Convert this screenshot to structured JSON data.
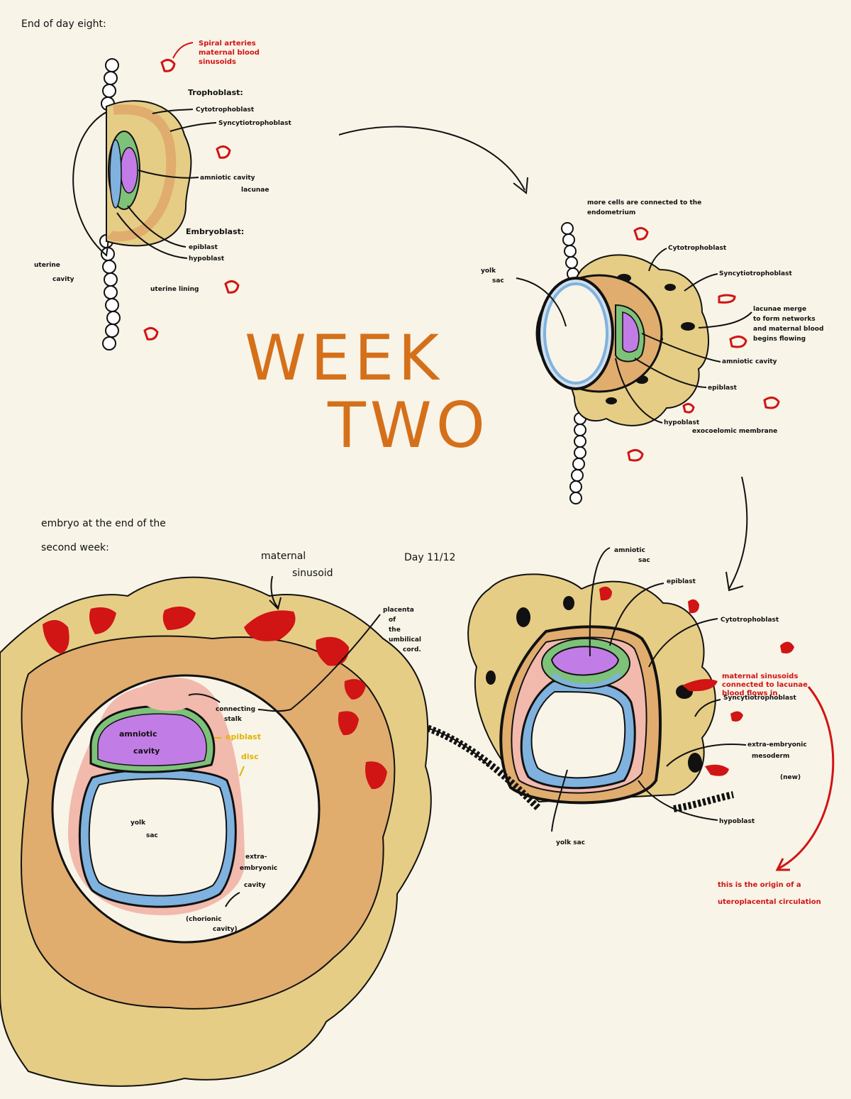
{
  "title": {
    "line1": "WEEK",
    "line2": "TWO"
  },
  "colors": {
    "background": "#f8f4e8",
    "title": "#d5701a",
    "endometrium": "#e6cd85",
    "syncytio": "#e0ad6e",
    "amniotic_cavity": "#c27ce6",
    "yolk_sac": "#7fb2de",
    "epiblast": "#7ec27a",
    "lacunae_blood": "#d11414",
    "extraembryonic_mesoderm": "#f2b9ad",
    "yellow_label": "#e0b400"
  },
  "diagram1": {
    "heading": "End of day eight:",
    "red_note": [
      "Spiral arteries",
      "maternal blood",
      "sinusoids"
    ],
    "trophoblast_label": "Trophoblast:",
    "cytotrophoblast": "Cytotrophoblast",
    "syncytiotrophoblast": "Syncytiotrophoblast",
    "uterine_epithelium": "uterine lining",
    "embryoblast_label": "Embryoblast:",
    "epiblast": "epiblast",
    "hypoblast": "hypoblast",
    "amniotic_cavity": "amniotic cavity",
    "lacuna": "lacunae",
    "uterine_wall": [
      "uterine",
      "cavity"
    ]
  },
  "diagram2": {
    "top_note": [
      "more cells are connected to the",
      "endometrium"
    ],
    "yolk_sac": [
      "yolk",
      "sac"
    ],
    "cytotrophoblast": "Cytotrophoblast",
    "syncytiotrophoblast": "Syncytiotrophoblast",
    "lacunae_note": [
      "lacunae merge",
      "to form networks",
      "and maternal blood",
      "begins flowing"
    ],
    "amniotic": "amniotic cavity",
    "epiblast": "epiblast",
    "hypoblast": "hypoblast",
    "exo_note": "exocoelomic membrane"
  },
  "diagram3": {
    "caption": "Day 11/12",
    "amniotic_sac": [
      "amniotic",
      "sac"
    ],
    "epiblast": "epiblast",
    "cytotrophoblast": "Cytotrophoblast",
    "red_note": [
      "maternal sinusoids",
      "connected to lacunae",
      "blood flows in"
    ],
    "syncytio": "Syncytiotrophoblast",
    "extra_mesoderm": [
      "extra-embryonic",
      "mesoderm"
    ],
    "paren": "(new)",
    "hypoblast": "hypoblast",
    "yolk_sac": "yolk sac",
    "bottom_red": [
      "this is the origin of a",
      "uteroplacental circulation"
    ]
  },
  "diagram4": {
    "heading1": "embryo at the end of the",
    "heading2": "second week:",
    "maternal": [
      "maternal",
      "sinusoid"
    ],
    "primitive": [
      "placenta",
      "of",
      "the",
      "umbilical",
      "cord."
    ],
    "connecting": [
      "connecting",
      "stalk"
    ],
    "amniotic": [
      "amniotic",
      "cavity"
    ],
    "epiblast_yellow": [
      "epiblast",
      "disc"
    ],
    "yolk": [
      "yolk",
      "sac"
    ],
    "chorionic": [
      "extra-",
      "embryonic",
      "cavity"
    ],
    "chorion": [
      "(chorionic",
      "cavity)"
    ]
  }
}
